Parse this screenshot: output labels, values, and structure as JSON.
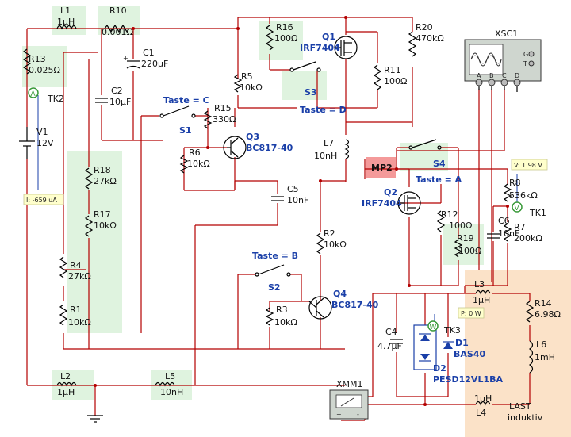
{
  "components": {
    "L1": {
      "ref": "L1",
      "value": "1µH"
    },
    "R10": {
      "ref": "R10",
      "value": "0.001Ω"
    },
    "R13": {
      "ref": "R13",
      "value": "0.025Ω"
    },
    "C1": {
      "ref": "C1",
      "value": "220µF"
    },
    "C2": {
      "ref": "C2",
      "value": "10µF"
    },
    "R16": {
      "ref": "R16",
      "value": "100Ω"
    },
    "Q1": {
      "ref": "Q1",
      "value": "IRF7404"
    },
    "R20": {
      "ref": "R20",
      "value": "470kΩ"
    },
    "R11": {
      "ref": "R11",
      "value": "100Ω"
    },
    "R5": {
      "ref": "R5",
      "value": "10kΩ"
    },
    "S3": {
      "ref": "S3"
    },
    "R15": {
      "ref": "R15",
      "value": "330Ω"
    },
    "S1": {
      "ref": "S1"
    },
    "Q3": {
      "ref": "Q3",
      "value": "BC817-40"
    },
    "R6": {
      "ref": "R6",
      "value": "10kΩ"
    },
    "V1": {
      "ref": "V1",
      "value": "12V"
    },
    "L7": {
      "ref": "L7",
      "value": "10nH"
    },
    "S4": {
      "ref": "S4"
    },
    "R18": {
      "ref": "R18",
      "value": "27kΩ"
    },
    "C5": {
      "ref": "C5",
      "value": "10nF"
    },
    "Q2": {
      "ref": "Q2",
      "value": "IRF7404"
    },
    "R8": {
      "ref": "R8",
      "value": "536kΩ"
    },
    "R17": {
      "ref": "R17",
      "value": "10kΩ"
    },
    "R12": {
      "ref": "R12",
      "value": "100Ω"
    },
    "C6": {
      "ref": "C6",
      "value": "10nF"
    },
    "R7": {
      "ref": "R7",
      "value": "200kΩ"
    },
    "R2": {
      "ref": "R2",
      "value": "10kΩ"
    },
    "R19": {
      "ref": "R19",
      "value": "100Ω"
    },
    "R4": {
      "ref": "R4",
      "value": "27kΩ"
    },
    "S2": {
      "ref": "S2"
    },
    "Q4": {
      "ref": "Q4",
      "value": "BC817-40"
    },
    "R1": {
      "ref": "R1",
      "value": "10kΩ"
    },
    "R3": {
      "ref": "R3",
      "value": "10kΩ"
    },
    "L3": {
      "ref": "L3",
      "value": "1µH"
    },
    "R14": {
      "ref": "R14",
      "value": "6.98Ω"
    },
    "C4": {
      "ref": "C4",
      "value": "4.7µF"
    },
    "D1": {
      "ref": "D1",
      "value": "BAS40"
    },
    "D2": {
      "ref": "D2",
      "value": "PESD12VL1BA"
    },
    "L6": {
      "ref": "L6",
      "value": "1mH"
    },
    "L2": {
      "ref": "L2",
      "value": "1µH"
    },
    "L5": {
      "ref": "L5",
      "value": "10nH"
    },
    "L4": {
      "ref": "L4",
      "value": "1µH"
    }
  },
  "switch_keys": {
    "S1": "Taste = C",
    "S3": "Taste = D",
    "S4": "Taste = A",
    "S2": "Taste = B"
  },
  "probes": {
    "TK2": {
      "name": "TK2",
      "reading": "I: -659 uA"
    },
    "TK1": {
      "name": "TK1",
      "reading": "V: 1.98 V"
    },
    "TK3": {
      "name": "TK3",
      "reading": "P: 0 W"
    },
    "MP2": "MP2"
  },
  "instruments": {
    "oscilloscope": {
      "name": "XSC1",
      "channels": [
        "A",
        "B",
        "C",
        "D"
      ],
      "trigger_pins": [
        "G",
        "T"
      ]
    },
    "multimeter": {
      "name": "XMM1"
    }
  },
  "load_label": "LAST\ninduktiv",
  "colors": {
    "wire": "#b40000",
    "probe_wire": "#1a3fa8",
    "label_blue": "#1a3fa8",
    "highlight_green": "#dff3df",
    "load_area": "#fbe2c8",
    "mp2_bg": "#f49a9a"
  }
}
